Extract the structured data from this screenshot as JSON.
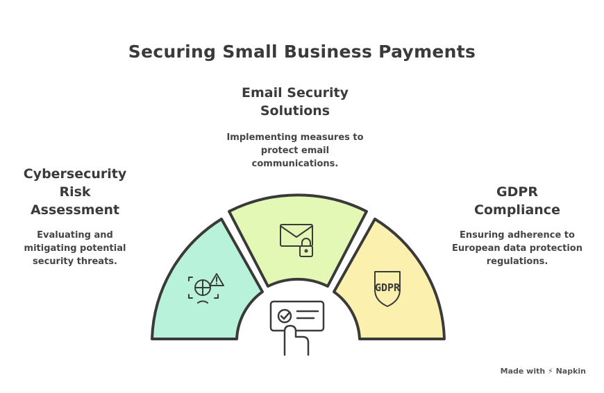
{
  "title": "Securing Small Business Payments",
  "segments": [
    {
      "id": "left",
      "heading": "Cybersecurity Risk Assessment",
      "description": "Evaluating and mitigating potential security threats.",
      "color": "#b8f2da",
      "icon": "globe-warning-icon"
    },
    {
      "id": "top",
      "heading": "Email Security Solutions",
      "description": "Implementing measures to protect email communications.",
      "color": "#e2f8b4",
      "icon": "envelope-lock-icon"
    },
    {
      "id": "right",
      "heading": "GDPR Compliance",
      "description": "Ensuring adherence to European data protection regulations.",
      "color": "#fbf0ad",
      "icon": "gdpr-shield-icon",
      "icon_text": "GDPR"
    }
  ],
  "center_icon": "payment-card-hand-icon",
  "footer": "Made with ⚡ Napkin"
}
